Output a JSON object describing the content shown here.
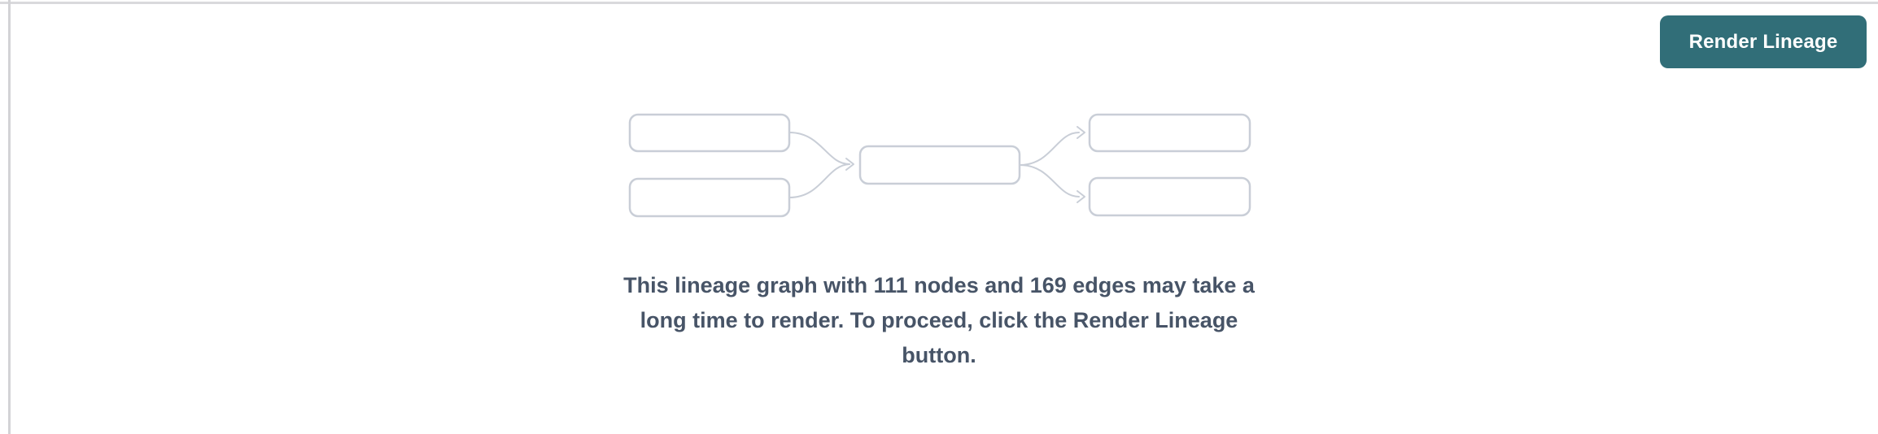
{
  "toolbar": {
    "render_button_label": "Render Lineage",
    "render_button_bg": "#316e78",
    "render_button_text_color": "#ffffff"
  },
  "placeholder": {
    "message": "This lineage graph with 111 nodes and 169 edges may take a long time to render. To proceed, click the Render Lineage button.",
    "node_count": "111",
    "edge_count": "169",
    "message_color": "#475467",
    "diagram_stroke_color": "#c9ced7"
  },
  "panel": {
    "top_border_color": "#d9d9dc",
    "left_border_color": "#d3d3d6",
    "background_color": "#ffffff"
  }
}
